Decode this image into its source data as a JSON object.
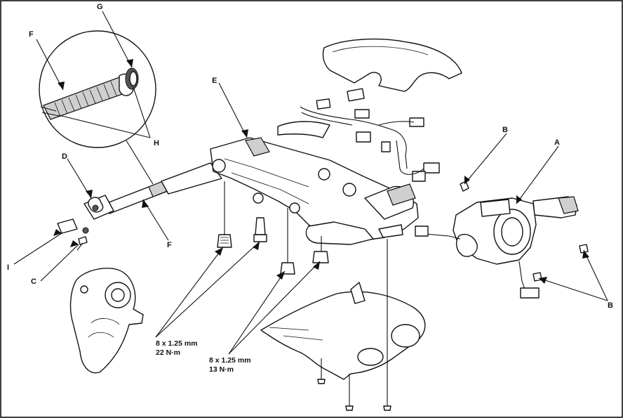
{
  "diagram": {
    "labels": {
      "A": "A",
      "B_top": "B",
      "B_bottom": "B",
      "C": "C",
      "D": "D",
      "E": "E",
      "F_top": "F",
      "F_bottom": "F",
      "G": "G",
      "H": "H",
      "I": "I"
    },
    "specs": {
      "left": {
        "size": "8 x 1.25 mm",
        "torque": "22 N·m"
      },
      "right": {
        "size": "8 x 1.25 mm",
        "torque": "13 N·m"
      }
    }
  }
}
